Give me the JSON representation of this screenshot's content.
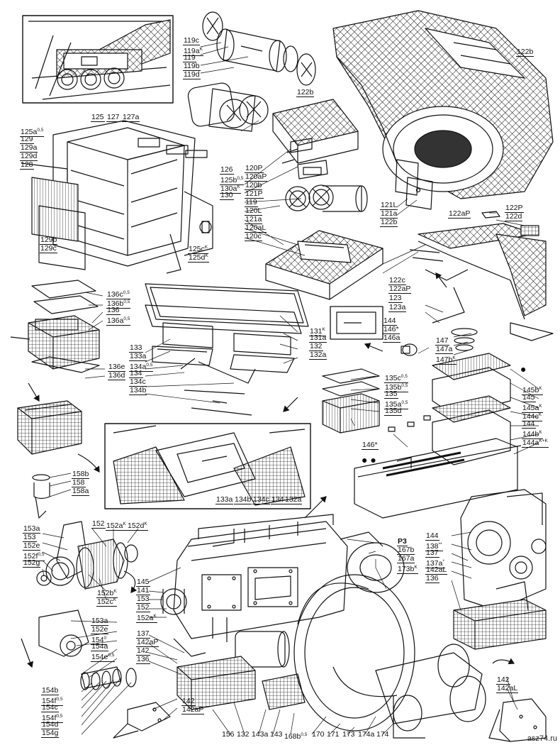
{
  "watermark": "asz74.ru",
  "markers": {
    "single": "●",
    "double": "● ●"
  },
  "labels": [
    {
      "id": "119c",
      "t": "119c"
    },
    {
      "id": "119a",
      "t": "119a",
      "s": "K"
    },
    {
      "id": "119",
      "t": "119"
    },
    {
      "id": "119b",
      "t": "119b"
    },
    {
      "id": "119d",
      "t": "119d"
    },
    {
      "id": "122b_top",
      "t": "122b"
    },
    {
      "id": "122b_mid",
      "t": "122b"
    },
    {
      "id": "125",
      "t": "125"
    },
    {
      "id": "127",
      "t": "127"
    },
    {
      "id": "127a",
      "t": "127a"
    },
    {
      "id": "125a",
      "t": "125a",
      "s": "0,5"
    },
    {
      "id": "129",
      "t": "129"
    },
    {
      "id": "129a",
      "t": "129a"
    },
    {
      "id": "129d",
      "t": "129d"
    },
    {
      "id": "128",
      "t": "128"
    },
    {
      "id": "126",
      "t": "126"
    },
    {
      "id": "125b",
      "t": "125b",
      "s": "0,5"
    },
    {
      "id": "130a",
      "t": "130a",
      "s": "K"
    },
    {
      "id": "130",
      "t": "130"
    },
    {
      "id": "120P",
      "t": "120P"
    },
    {
      "id": "120aP",
      "t": "120aP"
    },
    {
      "id": "120b",
      "t": "120b"
    },
    {
      "id": "121P",
      "t": "121P"
    },
    {
      "id": "119_2",
      "t": "119"
    },
    {
      "id": "120L",
      "t": "120L"
    },
    {
      "id": "121a_2",
      "t": "121a"
    },
    {
      "id": "120aL",
      "t": "120aL"
    },
    {
      "id": "120c",
      "t": "120c"
    },
    {
      "id": "121L",
      "t": "121L"
    },
    {
      "id": "121a",
      "t": "121a"
    },
    {
      "id": "122b_r",
      "t": "122b"
    },
    {
      "id": "122aP_top",
      "t": "122aP"
    },
    {
      "id": "122P",
      "t": "122P"
    },
    {
      "id": "122d",
      "t": "122d"
    },
    {
      "id": "129b",
      "t": "129b"
    },
    {
      "id": "129c",
      "t": "129c"
    },
    {
      "id": "125c",
      "t": "125c",
      "s": "K"
    },
    {
      "id": "125d",
      "t": "125d",
      "s": "K"
    },
    {
      "id": "122c",
      "t": "122c"
    },
    {
      "id": "122aP",
      "t": "122aP"
    },
    {
      "id": "123",
      "t": "123"
    },
    {
      "id": "123a",
      "t": "123a"
    },
    {
      "id": "136c",
      "t": "136c",
      "s": "0,5"
    },
    {
      "id": "136b",
      "t": "136b",
      "s": "0,5"
    },
    {
      "id": "136",
      "t": "136"
    },
    {
      "id": "136a",
      "t": "136a",
      "s": "0,5"
    },
    {
      "id": "131",
      "t": "131",
      "s": "K"
    },
    {
      "id": "131a",
      "t": "131a"
    },
    {
      "id": "132",
      "t": "132"
    },
    {
      "id": "132a",
      "t": "132a"
    },
    {
      "id": "133",
      "t": "133"
    },
    {
      "id": "133a",
      "t": "133a"
    },
    {
      "id": "134a",
      "t": "134a",
      "s": "0,5"
    },
    {
      "id": "134",
      "t": "134"
    },
    {
      "id": "134c",
      "t": "134c"
    },
    {
      "id": "134b",
      "t": "134b"
    },
    {
      "id": "136e",
      "t": "136e"
    },
    {
      "id": "136d",
      "t": "136d"
    },
    {
      "id": "144",
      "t": "144"
    },
    {
      "id": "146s",
      "t": "146*"
    },
    {
      "id": "146a",
      "t": "146a"
    },
    {
      "id": "147",
      "t": "147"
    },
    {
      "id": "147a",
      "t": "147a"
    },
    {
      "id": "147b",
      "t": "147b",
      "s": "K"
    },
    {
      "id": "145b",
      "t": "145b",
      "s": "K"
    },
    {
      "id": "145",
      "t": "145"
    },
    {
      "id": "145a",
      "t": "145a",
      "s": "K"
    },
    {
      "id": "144c",
      "t": "144c",
      "s": "K"
    },
    {
      "id": "144_2",
      "t": "144"
    },
    {
      "id": "144b",
      "t": "144b",
      "s": "K"
    },
    {
      "id": "144a",
      "t": "144a",
      "s": "K+K"
    },
    {
      "id": "135c",
      "t": "135c",
      "s": "0,5"
    },
    {
      "id": "135b",
      "t": "135b",
      "s": "0,5"
    },
    {
      "id": "135",
      "t": "135"
    },
    {
      "id": "135a",
      "t": "135a",
      "s": "0,5"
    },
    {
      "id": "135d",
      "t": "135d"
    },
    {
      "id": "146s_2",
      "t": "146*"
    },
    {
      "id": "133a_in",
      "t": "133a"
    },
    {
      "id": "134b_in",
      "t": "134b"
    },
    {
      "id": "134c_in",
      "t": "134c"
    },
    {
      "id": "134_in",
      "t": "134"
    },
    {
      "id": "132a_in",
      "t": "132a"
    },
    {
      "id": "158b",
      "t": "158b"
    },
    {
      "id": "158",
      "t": "158"
    },
    {
      "id": "158a",
      "t": "158a"
    },
    {
      "id": "153a",
      "t": "153a"
    },
    {
      "id": "153",
      "t": "153"
    },
    {
      "id": "152e",
      "t": "152e"
    },
    {
      "id": "152f",
      "t": "152f",
      "s": "0,5"
    },
    {
      "id": "152g",
      "t": "152g"
    },
    {
      "id": "152",
      "t": "152"
    },
    {
      "id": "152a",
      "t": "152a",
      "s": "K"
    },
    {
      "id": "152d",
      "t": "152d",
      "s": "K"
    },
    {
      "id": "152b",
      "t": "152b",
      "s": "K"
    },
    {
      "id": "152c",
      "t": "152c",
      "s": "K"
    },
    {
      "id": "P3",
      "t": "Р3"
    },
    {
      "id": "167b",
      "t": "167b"
    },
    {
      "id": "167a",
      "t": "167a"
    },
    {
      "id": "173b",
      "t": "173b",
      "s": "K"
    },
    {
      "id": "145_e",
      "t": "145"
    },
    {
      "id": "141",
      "t": "141"
    },
    {
      "id": "153_e",
      "t": "153"
    },
    {
      "id": "152_e",
      "t": "152"
    },
    {
      "id": "152a_e",
      "t": "152a",
      "s": "K"
    },
    {
      "id": "137_e",
      "t": "137"
    },
    {
      "id": "142aP_e",
      "t": "142aP"
    },
    {
      "id": "142_e",
      "t": "142"
    },
    {
      "id": "136_e",
      "t": "136"
    },
    {
      "id": "144_r",
      "t": "144"
    },
    {
      "id": "138",
      "t": "138",
      "s": "**"
    },
    {
      "id": "137",
      "t": "137"
    },
    {
      "id": "137a",
      "t": "137a",
      "s": "*"
    },
    {
      "id": "142aL",
      "t": "142aL"
    },
    {
      "id": "136_r",
      "t": "136"
    },
    {
      "id": "153a_b",
      "t": "153a"
    },
    {
      "id": "152e_b",
      "t": "152e"
    },
    {
      "id": "154",
      "t": "154",
      "s": "0"
    },
    {
      "id": "154a",
      "t": "154a"
    },
    {
      "id": "154e",
      "t": "154e",
      "s": "0,5"
    },
    {
      "id": "154b",
      "t": "154b"
    },
    {
      "id": "154f",
      "t": "154f",
      "s": "0,5"
    },
    {
      "id": "154c",
      "t": "154c"
    },
    {
      "id": "154f2",
      "t": "154f",
      "s": "0,5"
    },
    {
      "id": "154d",
      "t": "154d"
    },
    {
      "id": "154g",
      "t": "154g"
    },
    {
      "id": "142_b",
      "t": "142"
    },
    {
      "id": "142aP_b",
      "t": "142aP"
    },
    {
      "id": "156",
      "t": "156"
    },
    {
      "id": "132_b",
      "t": "132"
    },
    {
      "id": "143a",
      "t": "143a"
    },
    {
      "id": "143",
      "t": "143"
    },
    {
      "id": "168b",
      "t": "168b",
      "s": "0,5"
    },
    {
      "id": "170",
      "t": "170"
    },
    {
      "id": "171",
      "t": "171"
    },
    {
      "id": "173",
      "t": "173"
    },
    {
      "id": "174a",
      "t": "174a"
    },
    {
      "id": "174",
      "t": "174"
    },
    {
      "id": "142_br",
      "t": "142"
    },
    {
      "id": "142aL_br",
      "t": "142aL"
    }
  ]
}
